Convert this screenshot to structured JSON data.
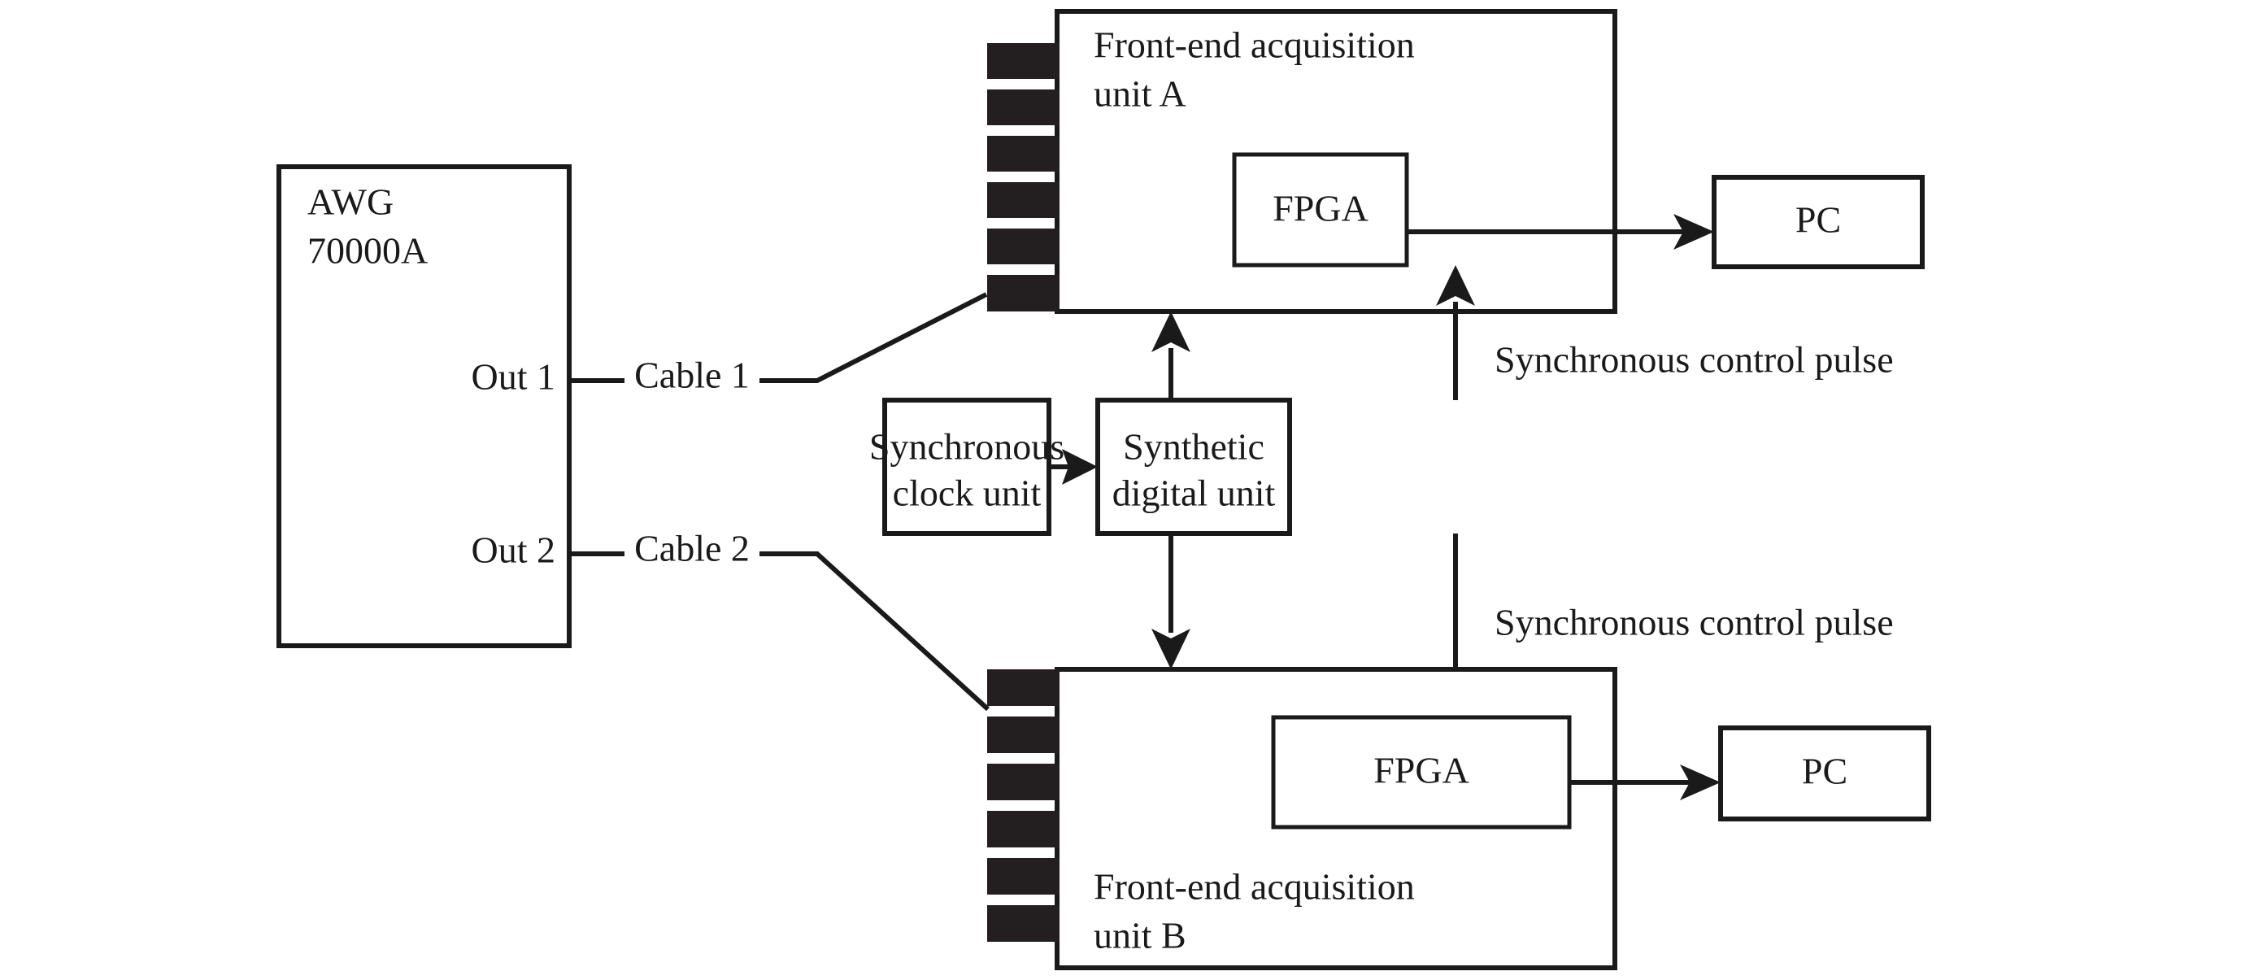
{
  "diagram": {
    "title": "Synchronous multi-channel acquisition block diagram",
    "colors": {
      "line": "#1a1a1a",
      "fill": "#ffffff",
      "connector": "#231f20"
    },
    "nodes": {
      "awg": {
        "label_line1": "AWG",
        "label_line2": "70000A",
        "port1": "Out 1",
        "port2": "Out 2"
      },
      "unit_a": {
        "label_line1": "Front-end acquisition",
        "label_line2": "unit A",
        "connector_pins": 6
      },
      "unit_b": {
        "label_line1": "Front-end acquisition",
        "label_line2": "unit B",
        "connector_pins": 6
      },
      "fpga_a": {
        "label": "FPGA"
      },
      "fpga_b": {
        "label": "FPGA"
      },
      "pc_a": {
        "label": "PC"
      },
      "pc_b": {
        "label": "PC"
      },
      "clock_unit": {
        "label_line1": "Synchronous",
        "label_line2": "clock unit"
      },
      "digital_unit": {
        "label_line1": "Synthetic",
        "label_line2": "digital unit"
      }
    },
    "edges": {
      "cable1": "Cable 1",
      "cable2": "Cable 2",
      "sync_pulse_top": "Synchronous control pulse",
      "sync_pulse_bottom": "Synchronous control pulse"
    }
  }
}
